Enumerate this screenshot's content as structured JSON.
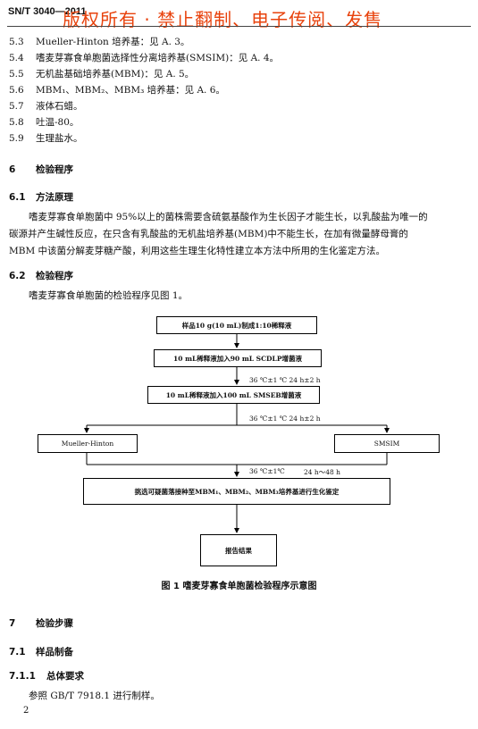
{
  "header": {
    "doc_code": "SN/T  3040—2011",
    "watermark": "版权所有 ·   禁止翻制、电子传阅、发售"
  },
  "list_items": [
    {
      "num": "5.3",
      "text": "Mueller-Hinton 培养基：见 A. 3。"
    },
    {
      "num": "5.4",
      "text": "嗜麦芽寡食单胞菌选择性分离培养基(SMSIM)：见 A. 4。"
    },
    {
      "num": "5.5",
      "text": "无机盐基础培养基(MBM)：见 A. 5。"
    },
    {
      "num": "5.6",
      "text": "MBM₁、MBM₂、MBM₃ 培养基：见 A. 6。"
    },
    {
      "num": "5.7",
      "text": "液体石蜡。"
    },
    {
      "num": "5.8",
      "text": "吐温-80。"
    },
    {
      "num": "5.9",
      "text": "生理盐水。"
    }
  ],
  "section6": {
    "num": "6",
    "title": "检验程序"
  },
  "section6_1": {
    "num": "6.1",
    "title": "方法原理",
    "lines": [
      "嗜麦芽寡食单胞菌中 95%以上的菌株需要含硫氨基酸作为生长因子才能生长，以乳酸盐为唯一的",
      "碳源并产生碱性反应，在只含有乳酸盐的无机盐培养基(MBM)中不能生长，在加有微量酵母膏的",
      "MBM 中该菌分解麦芽糖产酸，利用这些生理生化特性建立本方法中所用的生化鉴定方法。"
    ]
  },
  "section6_2": {
    "num": "6.2",
    "title": "检验程序",
    "text": "嗜麦芽寡食单胞菌的检验程序见图 1。"
  },
  "flowchart": {
    "step1": "样品10 g(10 mL)制成1:10稀释液",
    "step2": "10 mL稀释液加入90 mL SCDLP增菌液",
    "cond1": "36 ℃±1 ℃  24 h±2 h",
    "step3": "10 mL稀释液加入100 mL SMSEB增菌液",
    "cond2": "36 ℃±1 ℃  24 h±2 h",
    "left_box": "Mueller-Hinton",
    "right_box": "SMSIM",
    "cond3a": "36 ℃±1℃",
    "cond3b": "24 h～48 h",
    "step4": "挑选可疑菌落接种至MBM₁、MBM₂、MBM₃培养基进行生化鉴定",
    "step5": "报告结果",
    "caption": "图 1    嗜麦芽寡食单胞菌检验程序示意图"
  },
  "section7": {
    "num": "7",
    "title": "检验步骤"
  },
  "section7_1": {
    "num": "7.1",
    "title": "样品制备"
  },
  "section7_1_1": {
    "num": "7.1.1",
    "title": "总体要求",
    "text": "参照 GB/T 7918.1 进行制样。"
  },
  "page_number": "2"
}
